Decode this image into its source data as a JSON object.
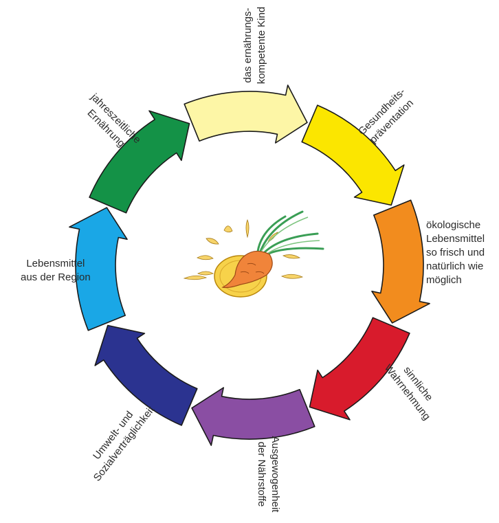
{
  "diagram": {
    "segments": [
      {
        "id": "kind",
        "color": "#fdf6a6",
        "lines": [
          "das ernährungs-",
          "kompetente Kind"
        ]
      },
      {
        "id": "gesundheit",
        "color": "#fbe600",
        "lines": [
          "Gesundheits-",
          "präventation"
        ]
      },
      {
        "id": "oeko",
        "color": "#f28c1e",
        "lines": [
          "ökologische",
          "Lebensmittel",
          "so frisch und",
          "natürlich wie",
          "möglich"
        ]
      },
      {
        "id": "sinnlich",
        "color": "#d81b2c",
        "lines": [
          "sinnliche",
          "Wahrnehmung"
        ]
      },
      {
        "id": "naehrstoffe",
        "color": "#8a4ea3",
        "lines": [
          "Ausgewogenheit",
          "der Nährstoffe"
        ]
      },
      {
        "id": "umwelt",
        "color": "#2b3390",
        "lines": [
          "Umwelt- und",
          "Sozialverträglichkeit"
        ]
      },
      {
        "id": "region",
        "color": "#1aa7e6",
        "lines": [
          "Lebensmittel",
          "aus der Region"
        ]
      },
      {
        "id": "jahreszeit",
        "color": "#149247",
        "lines": [
          "jahreszeitliche",
          "Ernährung"
        ]
      }
    ],
    "center_icon": "carrot-sun-icon"
  }
}
